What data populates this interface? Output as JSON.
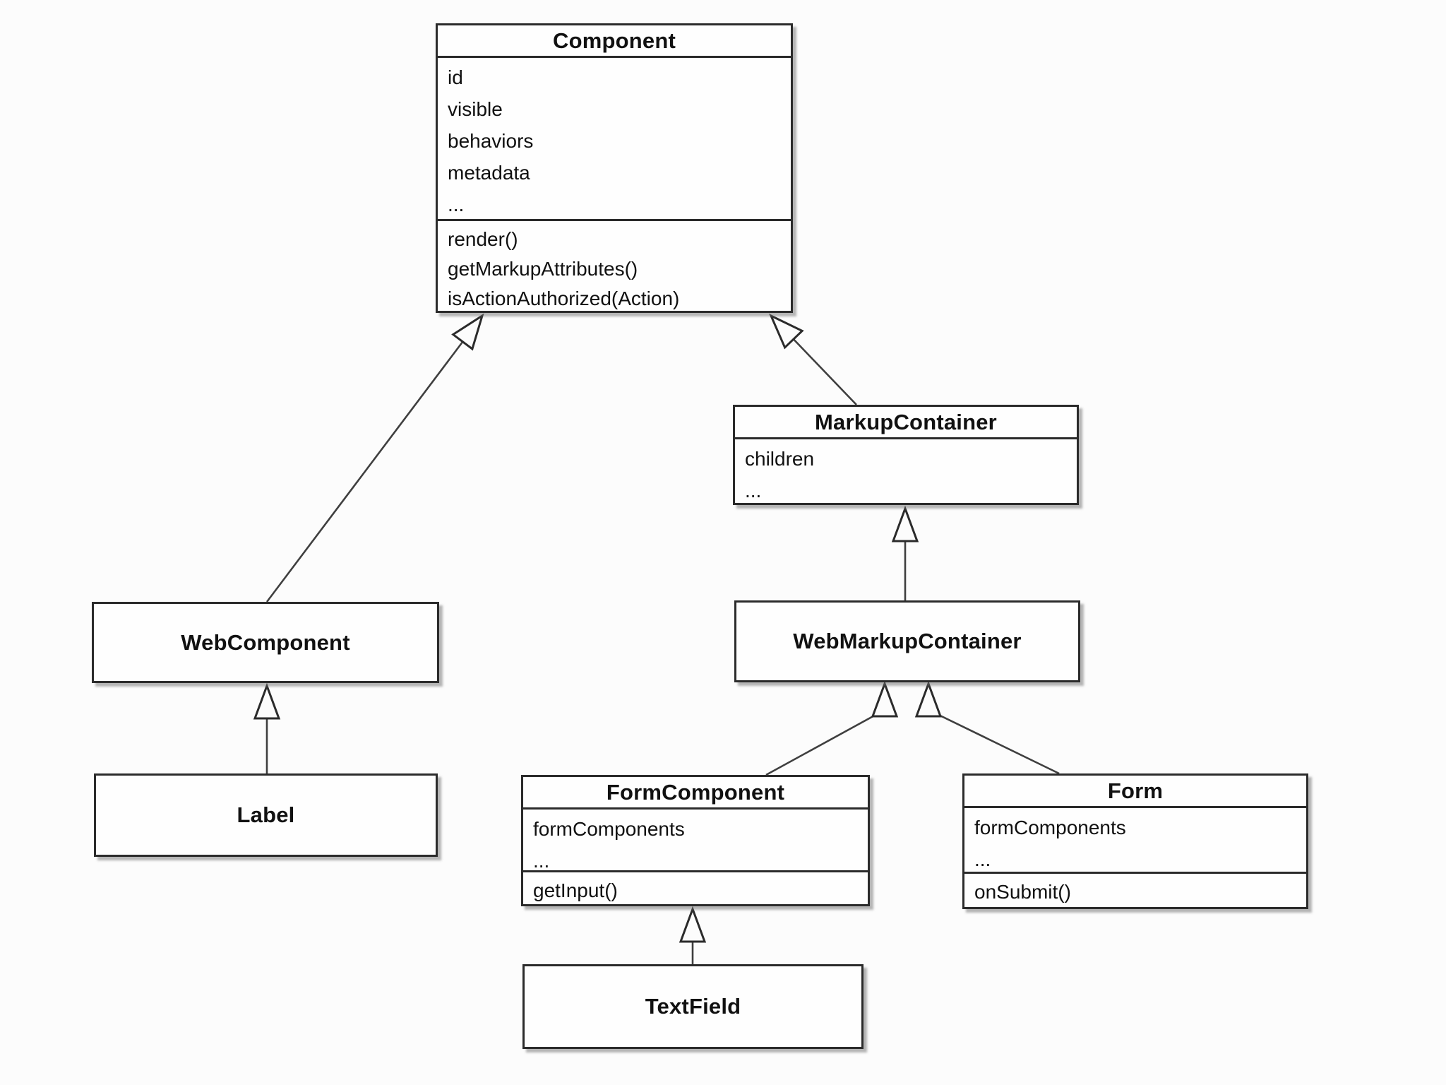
{
  "diagram": {
    "type": "uml-class-diagram",
    "colors": {
      "background": "#fcfcfc",
      "box_fill": "#fefefe",
      "box_border": "#2b2b2b",
      "line": "#3f3f3f",
      "text": "#111111"
    }
  },
  "classes": {
    "component": {
      "name": "Component",
      "attributes": [
        "id",
        "visible",
        "behaviors",
        "metadata",
        "..."
      ],
      "methods": [
        "render()",
        "getMarkupAttributes()",
        "isActionAuthorized(Action)"
      ]
    },
    "markup_container": {
      "name": "MarkupContainer",
      "attributes": [
        "children",
        "..."
      ],
      "methods": []
    },
    "web_component": {
      "name": "WebComponent",
      "attributes": [],
      "methods": []
    },
    "web_markup_container": {
      "name": "WebMarkupContainer",
      "attributes": [],
      "methods": []
    },
    "label": {
      "name": "Label",
      "attributes": [],
      "methods": []
    },
    "form_component": {
      "name": "FormComponent",
      "attributes": [
        "formComponents",
        "..."
      ],
      "methods": [
        "getInput()"
      ]
    },
    "form": {
      "name": "Form",
      "attributes": [
        "formComponents",
        "..."
      ],
      "methods": [
        "onSubmit()"
      ]
    },
    "text_field": {
      "name": "TextField",
      "attributes": [],
      "methods": []
    }
  },
  "relationships": [
    {
      "from": "WebComponent",
      "to": "Component",
      "type": "generalization"
    },
    {
      "from": "MarkupContainer",
      "to": "Component",
      "type": "generalization"
    },
    {
      "from": "WebMarkupContainer",
      "to": "MarkupContainer",
      "type": "generalization"
    },
    {
      "from": "Label",
      "to": "WebComponent",
      "type": "generalization"
    },
    {
      "from": "FormComponent",
      "to": "WebMarkupContainer",
      "type": "generalization"
    },
    {
      "from": "Form",
      "to": "WebMarkupContainer",
      "type": "generalization"
    },
    {
      "from": "TextField",
      "to": "FormComponent",
      "type": "generalization"
    }
  ]
}
